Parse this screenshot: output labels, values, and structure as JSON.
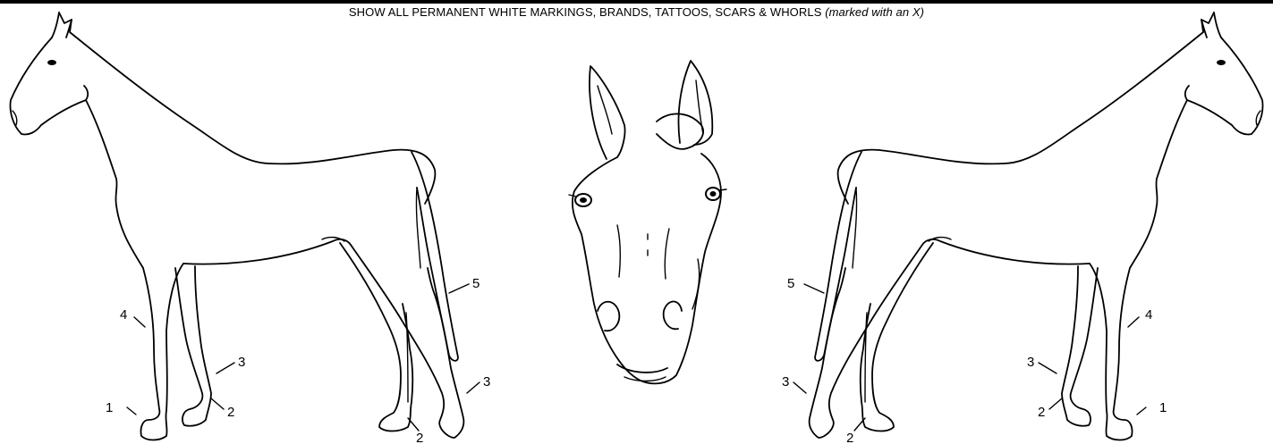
{
  "header": {
    "main": "SHOW ALL PERMANENT WHITE MARKINGS, BRANDS, TATTOOS, SCARS & WHORLS",
    "note": "(marked with an X)"
  },
  "left_horse": {
    "labels": [
      {
        "id": "l-1",
        "text": "1"
      },
      {
        "id": "l-2a",
        "text": "2"
      },
      {
        "id": "l-3a",
        "text": "3"
      },
      {
        "id": "l-4",
        "text": "4"
      },
      {
        "id": "l-5",
        "text": "5"
      },
      {
        "id": "l-3b",
        "text": "3"
      },
      {
        "id": "l-2b",
        "text": "2"
      }
    ]
  },
  "right_horse": {
    "labels": [
      {
        "id": "r-5",
        "text": "5"
      },
      {
        "id": "r-3b",
        "text": "3"
      },
      {
        "id": "r-2b",
        "text": "2"
      },
      {
        "id": "r-3a",
        "text": "3"
      },
      {
        "id": "r-2a",
        "text": "2"
      },
      {
        "id": "r-4",
        "text": "4"
      },
      {
        "id": "r-1",
        "text": "1"
      }
    ]
  }
}
